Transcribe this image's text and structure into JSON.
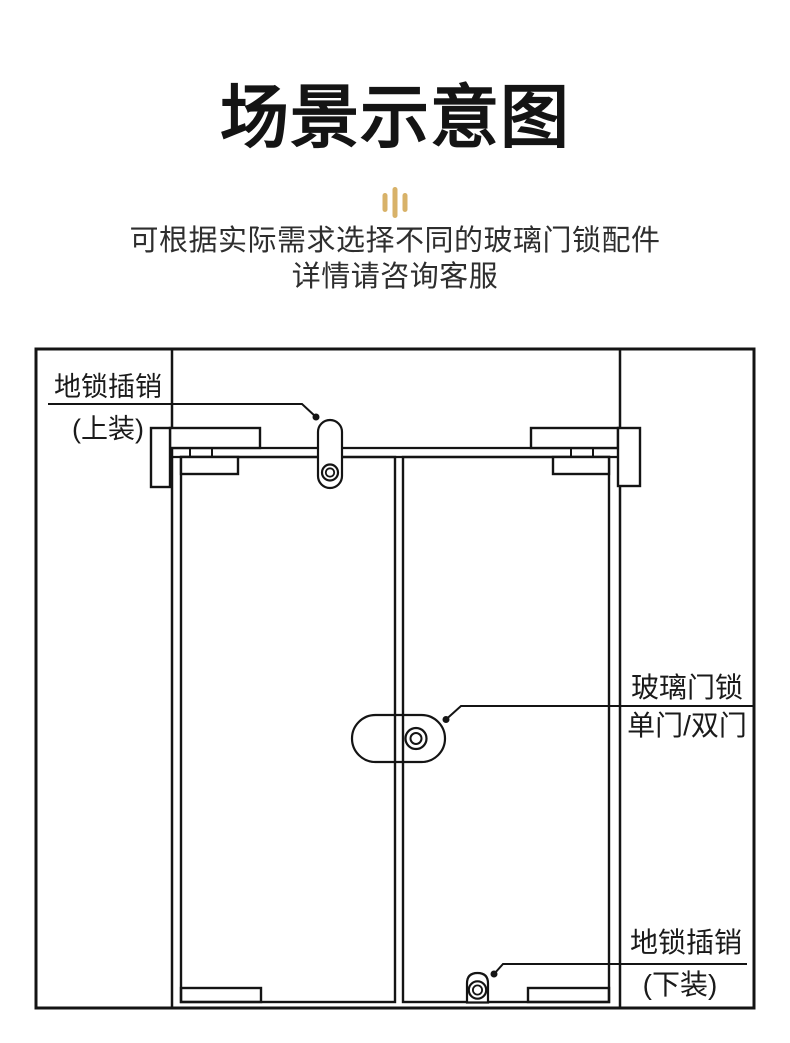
{
  "header": {
    "title": "场景示意图",
    "subtitle_line1": "可根据实际需求选择不同的玻璃门锁配件",
    "subtitle_line2": "详情请咨询客服"
  },
  "diagram": {
    "labels": {
      "top_bolt": {
        "name": "地锁插销",
        "position": "(上装)"
      },
      "center_lock": {
        "name": "玻璃门锁",
        "type": "单门/双门"
      },
      "bottom_bolt": {
        "name": "地锁插销",
        "position": "(下装)"
      }
    }
  },
  "colors": {
    "accent_gold": "#D8B269",
    "line_color": "#141414",
    "text_color": "#2E2E2E"
  }
}
